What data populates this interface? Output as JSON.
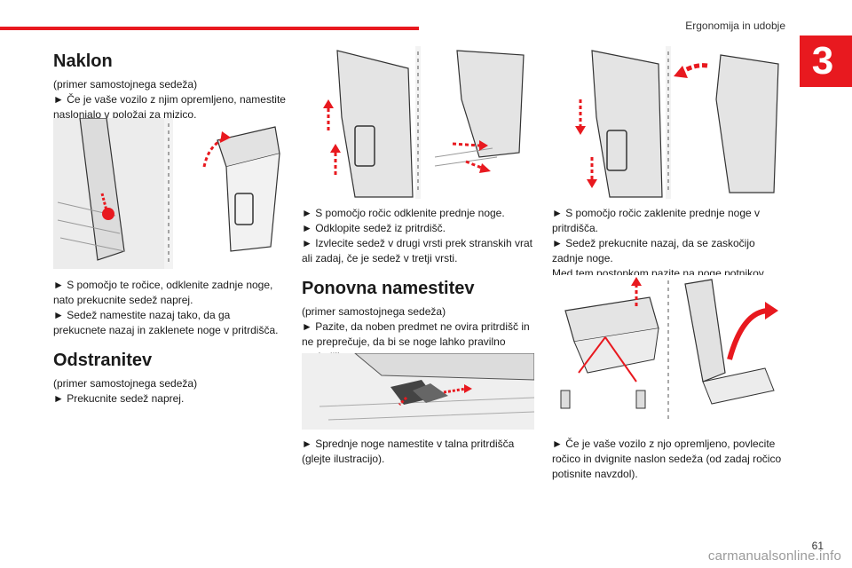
{
  "header": {
    "section_title": "Ergonomija in udobje",
    "chapter_number": "3"
  },
  "col1": {
    "heading1": "Naklon",
    "intro1": "(primer samostojnega sedeža)",
    "step1": "► Če je vaše vozilo z njim opremljeno, namestite naslonjalo v položaj za mizico.",
    "after_fig": [
      "► S pomočjo te ročice, odklenite zadnje noge, nato prekucnite sedež naprej.",
      "► Sedež namestite nazaj tako, da ga prekucnete nazaj in zaklenete noge v pritrdišča."
    ],
    "heading2": "Odstranitev",
    "intro2": "(primer samostojnega sedeža)",
    "step2": "► Prekucnite sedež naprej."
  },
  "col2": {
    "steps": [
      "► S pomočjo ročic odklenite prednje noge.",
      "► Odklopite sedež iz pritrdišč.",
      "► Izvlecite sedež v drugi vrsti prek stranskih vrat ali zadaj, če je sedež v tretji vrsti."
    ],
    "heading": "Ponovna namestitev",
    "intro": "(primer samostojnega sedeža)",
    "step_intro": "► Pazite, da noben predmet ne ovira pritrdišč in ne preprečuje, da bi se noge lahko pravilno zaskočile.",
    "after_fig": "► Sprednje noge namestite v talna pritrdišča (glejte ilustracijo)."
  },
  "col3": {
    "steps": [
      "► S pomočjo ročic zaklenite prednje noge v pritrdišča.",
      "► Sedež prekucnite nazaj, da se zaskočijo zadnje noge.",
      "Med tem postopkom pazite na noge potnikov."
    ],
    "after_fig": "► Če je vaše vozilo z njo opremljeno, povlecite ročico in dvignite naslon sedeža (od zadaj ročico potisnite navzdol)."
  },
  "footer": {
    "page_number": "61",
    "watermark": "carmanualsonline.info"
  },
  "colors": {
    "accent": "#e8191f",
    "figure_bg": "#f3f3f3",
    "line": "#333333"
  }
}
